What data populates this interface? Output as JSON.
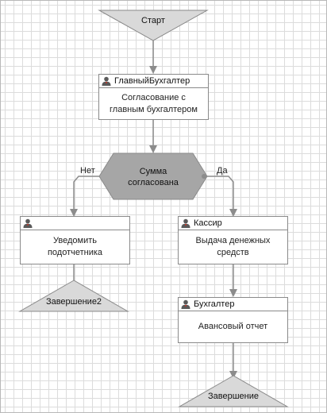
{
  "start": {
    "label": "Старт"
  },
  "decision": {
    "label": "Сумма\nсогласована",
    "no_label": "Нет",
    "yes_label": "Да"
  },
  "tasks": {
    "chief": {
      "role": "ГлавныйБухгалтер",
      "action": "Согласование с главным бухгалтером"
    },
    "notify": {
      "role": "",
      "action": "Уведомить подотчетника"
    },
    "cashier": {
      "role": "Кассир",
      "action": "Выдача денежных средств"
    },
    "accountant": {
      "role": "Бухгалтер",
      "action": "Авансовый отчет"
    }
  },
  "ends": {
    "end2": {
      "label": "Завершение2"
    },
    "end": {
      "label": "Завершение"
    }
  },
  "colors": {
    "terminal_fill": "#d9d9d9",
    "decision_fill": "#a6a6a6",
    "connector": "#8c8c8c"
  }
}
